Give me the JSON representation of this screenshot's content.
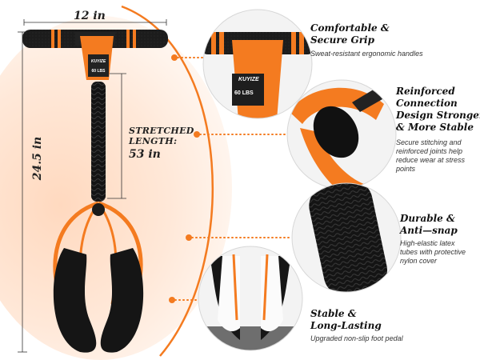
{
  "dimensions": {
    "width": "12 in",
    "height": "24.5 in",
    "stretched_label": [
      "STRETCHED",
      "LENGTH:"
    ],
    "stretched_value": "53 in"
  },
  "product_labels": {
    "brand": "KUYIZE",
    "weight": "60 LBS"
  },
  "features": [
    {
      "title": [
        "Comfortable &",
        "Secure Grip"
      ],
      "description": [
        "Sweat-resistant ergonomic handles"
      ]
    },
    {
      "title": [
        "Reinforced",
        "Connection",
        "Design Stronger",
        "& More Stable"
      ],
      "description": [
        "Secure stitching and",
        "reinforced joints help",
        "reduce wear at stress",
        "points"
      ]
    },
    {
      "title": [
        "Durable &",
        "Anti—snap"
      ],
      "description": [
        "High-elastic latex",
        "tubes with protective",
        "nylon cover"
      ]
    },
    {
      "title": [
        "Stable &",
        "Long-Lasting"
      ],
      "description": [
        "Upgraded non-slip foot pedal"
      ]
    }
  ],
  "colors": {
    "accent": "#f47b20",
    "foam": "#1a1a1a",
    "background_glow": "#ffe2cf"
  }
}
